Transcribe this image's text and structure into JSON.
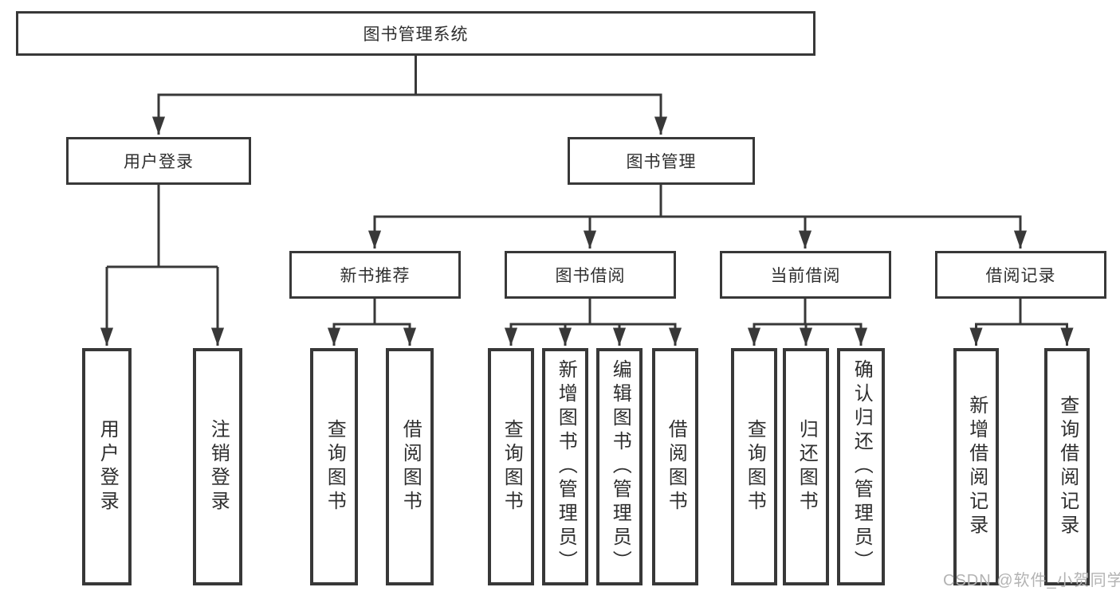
{
  "diagram": {
    "root": {
      "label": "图书管理系统"
    },
    "level2": [
      {
        "label": "用户登录"
      },
      {
        "label": "图书管理"
      }
    ],
    "level3": [
      {
        "label": "新书推荐"
      },
      {
        "label": "图书借阅"
      },
      {
        "label": "当前借阅"
      },
      {
        "label": "借阅记录"
      }
    ],
    "leaves": [
      {
        "label": "用户登录",
        "parent": "用户登录"
      },
      {
        "label": "注销登录",
        "parent": "用户登录"
      },
      {
        "label": "查询图书",
        "parent": "新书推荐"
      },
      {
        "label": "借阅图书",
        "parent": "新书推荐"
      },
      {
        "label": "查询图书",
        "parent": "图书借阅"
      },
      {
        "label": "新增图书（管理员）",
        "parent": "图书借阅"
      },
      {
        "label": "编辑图书（管理员）",
        "parent": "图书借阅"
      },
      {
        "label": "借阅图书",
        "parent": "图书借阅"
      },
      {
        "label": "查询图书",
        "parent": "当前借阅"
      },
      {
        "label": "归还图书",
        "parent": "当前借阅"
      },
      {
        "label": "确认归还（管理员）",
        "parent": "当前借阅"
      },
      {
        "label": "新增借阅记录",
        "parent": "借阅记录"
      },
      {
        "label": "查询借阅记录",
        "parent": "借阅记录"
      }
    ]
  },
  "watermark": {
    "text": "CSDN @软件_小贺同学"
  },
  "colors": {
    "line": "#383838",
    "text": "#2f2f2f",
    "background": "#ffffff",
    "watermark": "#b3b3b3"
  }
}
